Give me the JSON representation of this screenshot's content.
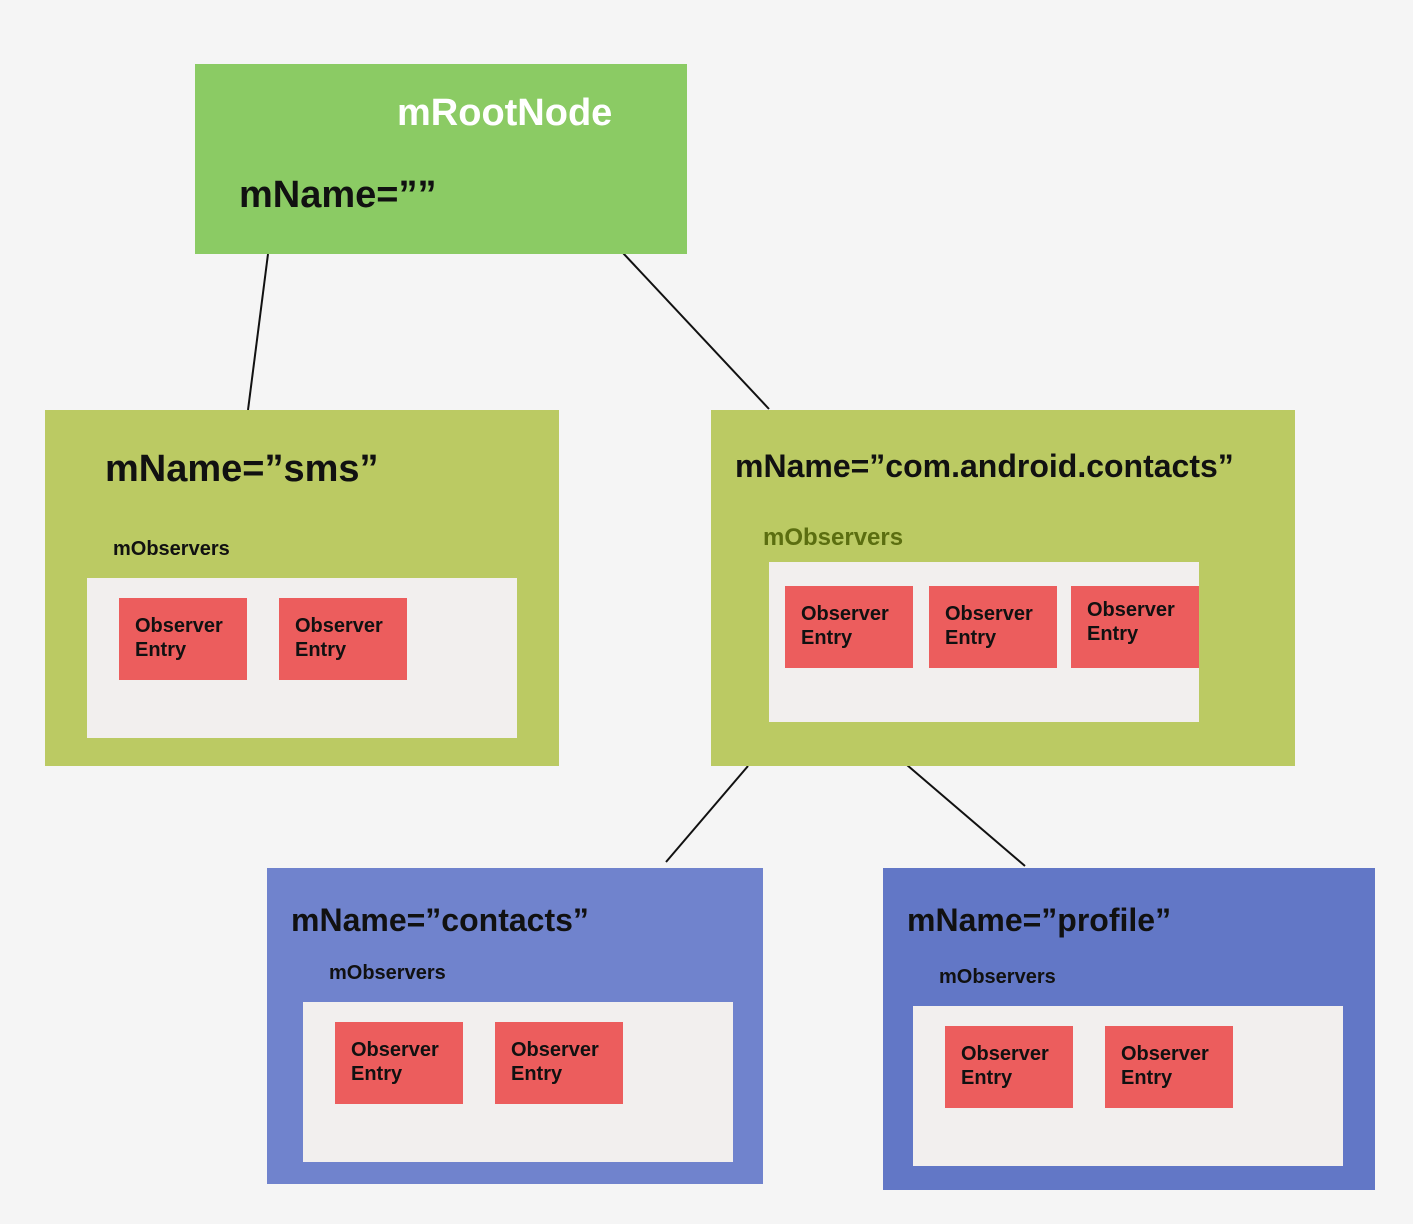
{
  "colors": {
    "background": "#f5f5f5",
    "root_node": "#8bcb64",
    "level1_node": "#bbca63",
    "level2_contacts_node": "#7083cd",
    "level2_profile_node": "#6277c6",
    "observers_panel": "#f2efee",
    "observer_entry": "#ec5d5d",
    "edge": "#111111",
    "root_title_text": "#ffffff",
    "highlighted_observers_label": "#5b6e10"
  },
  "root": {
    "title": "mRootNode",
    "name": "mName=””"
  },
  "sms": {
    "name": "mName=”sms”",
    "observers_label": "mObservers",
    "entries": [
      {
        "line1": "Observer",
        "line2": "Entry"
      },
      {
        "line1": "Observer",
        "line2": "Entry"
      }
    ]
  },
  "android_contacts": {
    "name": "mName=”com.android.contacts”",
    "observers_label": "mObservers",
    "entries": [
      {
        "line1": "Observer",
        "line2": "Entry"
      },
      {
        "line1": "Observer",
        "line2": "Entry"
      },
      {
        "line1": "Observer",
        "line2": "Entry"
      }
    ]
  },
  "contacts": {
    "name": "mName=”contacts”",
    "observers_label": "mObservers",
    "entries": [
      {
        "line1": "Observer",
        "line2": "Entry"
      },
      {
        "line1": "Observer",
        "line2": "Entry"
      }
    ]
  },
  "profile": {
    "name": "mName=”profile”",
    "observers_label": "mObservers",
    "entries": [
      {
        "line1": "Observer",
        "line2": "Entry"
      },
      {
        "line1": "Observer",
        "line2": "Entry"
      }
    ]
  }
}
